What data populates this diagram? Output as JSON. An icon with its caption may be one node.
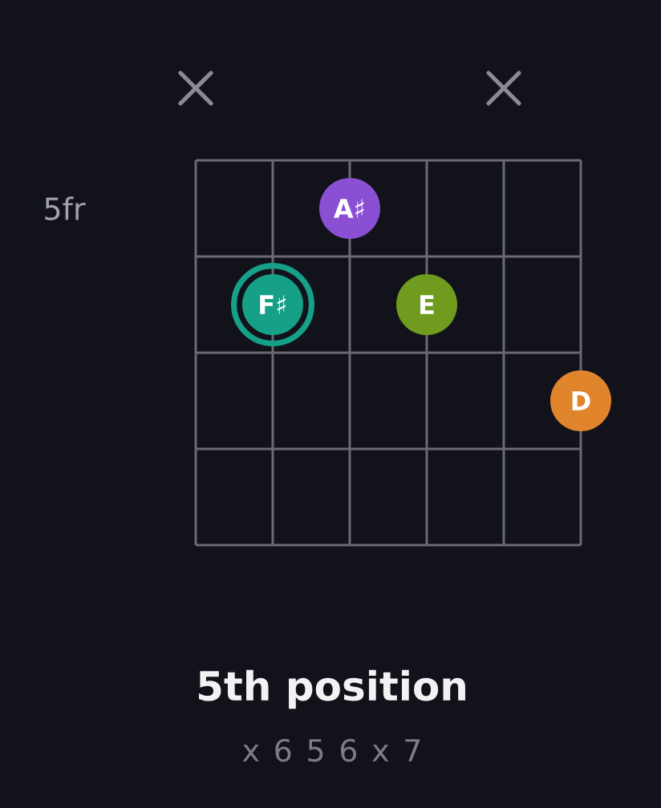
{
  "diagram": {
    "title": "5th position",
    "caption": "x 6 5 6 x 7",
    "nodes": [
      {
        "text": [
          "A♯"
        ]
      },
      {
        "text": [
          "F♯"
        ]
      },
      {
        "text": [
          "E"
        ]
      },
      {
        "text": [
          "D"
        ]
      }
    ],
    "labels": [
      "5fr"
    ]
  }
}
